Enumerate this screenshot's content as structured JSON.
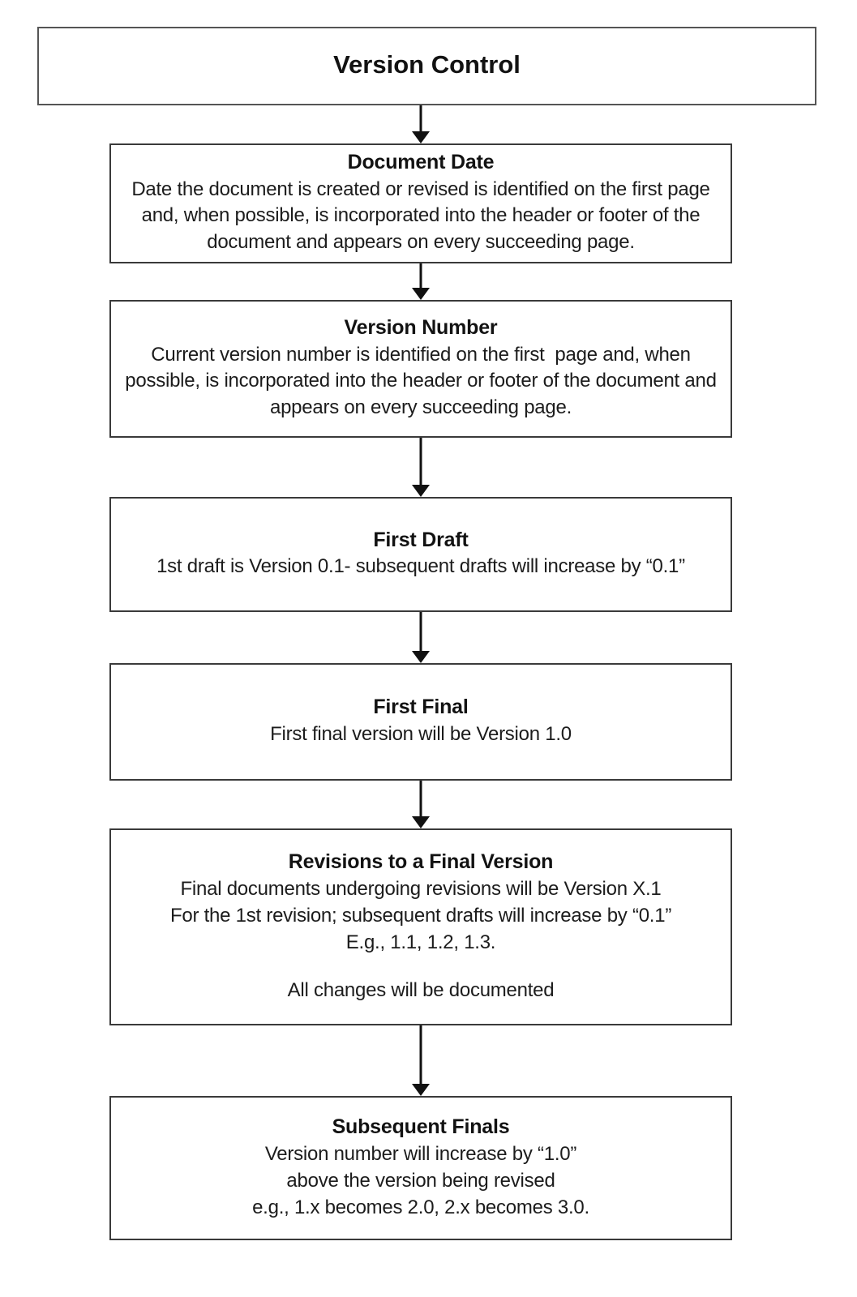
{
  "diagram": {
    "title": "Version Control",
    "nodes": [
      {
        "id": "version-control",
        "heading": "Version Control",
        "body": ""
      },
      {
        "id": "document-date",
        "heading": "Document Date",
        "body": "Date the document is created or revised is identified on the first page and, when possible, is incorporated into the header or footer of the document and appears on every succeeding page."
      },
      {
        "id": "version-number",
        "heading": "Version Number",
        "body": "Current version number is identified on the first  page and, when possible, is incorporated into the header or footer of the document and appears on every succeeding page."
      },
      {
        "id": "first-draft",
        "heading": "First Draft",
        "body": "1st draft is Version 0.1- subsequent drafts will increase by “0.1”"
      },
      {
        "id": "first-final",
        "heading": "First Final",
        "body": "First final version will be Version 1.0"
      },
      {
        "id": "revisions-to-a-final-version",
        "heading": "Revisions to a Final Version",
        "body": "Final documents undergoing revisions will be Version X.1\nFor the 1st revision; subsequent drafts will increase by “0.1”\nE.g., 1.1, 1.2, 1.3.",
        "body2": "All changes will be documented"
      },
      {
        "id": "subsequent-finals",
        "heading": "Subsequent Finals",
        "body": "Version number will increase by “1.0”\nabove the version being revised\ne.g., 1.x becomes 2.0, 2.x becomes 3.0."
      }
    ],
    "connectors": [
      {
        "from": "version-control",
        "to": "document-date"
      },
      {
        "from": "document-date",
        "to": "version-number"
      },
      {
        "from": "version-number",
        "to": "first-draft"
      },
      {
        "from": "first-draft",
        "to": "first-final"
      },
      {
        "from": "first-final",
        "to": "revisions-to-a-final-version"
      },
      {
        "from": "revisions-to-a-final-version",
        "to": "subsequent-finals"
      }
    ],
    "colors": {
      "background": "#ffffff",
      "box_border": "#3a3a3a",
      "text": "#1a1a1a",
      "connector": "#111111"
    }
  }
}
